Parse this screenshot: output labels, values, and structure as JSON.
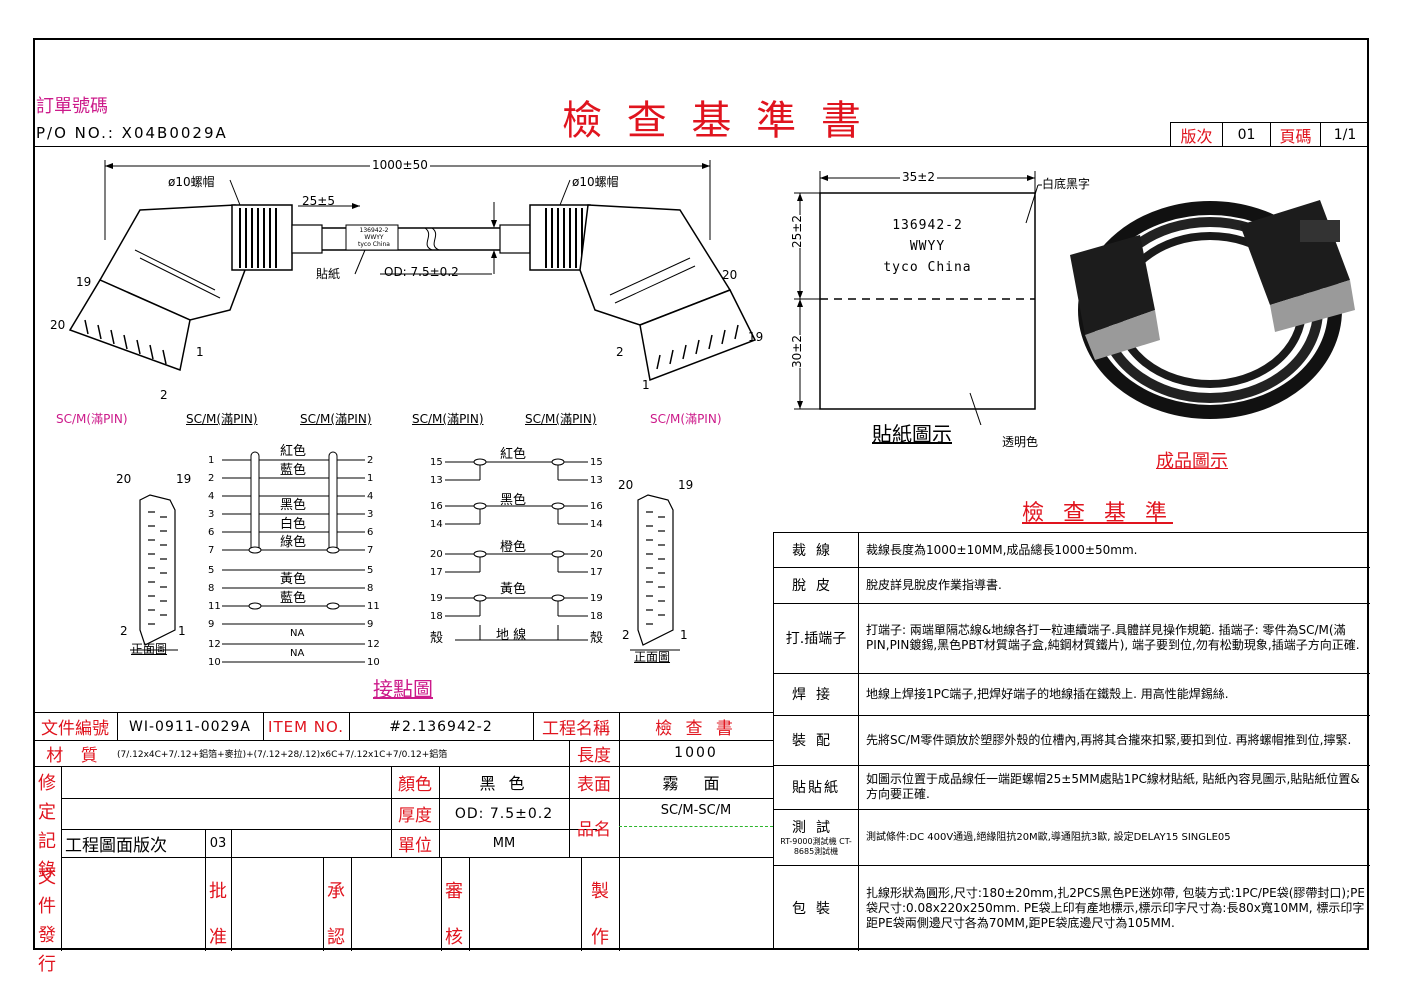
{
  "header": {
    "order_label": "訂單號碼",
    "po_text": "P/O NO.: X04B0029A",
    "doc_title": "檢 查 基 準 書",
    "version_label": "版次",
    "version_value": "01",
    "page_label": "頁碼",
    "page_value": "1/1"
  },
  "cable_drawing": {
    "total_length": "1000±50",
    "nut_label_left": "ø10螺帽",
    "nut_label_right": "ø10螺帽",
    "offset": "25±5",
    "sticker_label": "貼紙",
    "od_label": "OD: 7.5±0.2",
    "tag_line1": "136942-2",
    "tag_line2": "WWYY",
    "tag_line3": "tyco China",
    "pin_left": [
      "19",
      "20",
      "1",
      "2"
    ],
    "pin_right": [
      "20",
      "19",
      "2",
      "1"
    ]
  },
  "connector_labels": [
    "SC/M(滿PIN)",
    "SC/M(滿PIN)",
    "SC/M(滿PIN)",
    "SC/M(滿PIN)",
    "SC/M(滿PIN)",
    "SC/M(滿PIN)"
  ],
  "wiring": {
    "left_pins": [
      "1",
      "2",
      "4",
      "3",
      "6",
      "7",
      "5",
      "8",
      "11",
      "9",
      "12",
      "10"
    ],
    "right_pins": [
      "2",
      "1",
      "4",
      "3",
      "6",
      "7",
      "5",
      "8",
      "11",
      "9",
      "12",
      "10"
    ],
    "left_colors": [
      "紅色",
      "藍色",
      "黑色",
      "白色",
      "綠色",
      "黃色",
      "藍色",
      "NA",
      "NA"
    ],
    "mid_left_pins": [
      "15",
      "13",
      "16",
      "14",
      "20",
      "17",
      "19",
      "18",
      "殼"
    ],
    "mid_right_pins": [
      "15",
      "13",
      "16",
      "14",
      "20",
      "17",
      "19",
      "18",
      "殼"
    ],
    "mid_colors": [
      "紅色",
      "黑色",
      "橙色",
      "黃色",
      "地 線"
    ],
    "face_view_label": "正面圖",
    "face_pins_left": [
      "20",
      "19",
      "2",
      "1"
    ],
    "face_pins_right": [
      "20",
      "19",
      "2",
      "1"
    ],
    "title": "接點圖"
  },
  "label_diagram": {
    "width": "35±2",
    "bg_note": "白底黑字",
    "line1": "136942-2",
    "line2": "WWYY",
    "line3": "tyco China",
    "h_top": "25±2",
    "h_bottom": "30±2",
    "caption": "貼紙圖示",
    "transparent": "透明色",
    "product_caption": "成品圖示"
  },
  "inspection": {
    "title": "檢 查 基 準",
    "rows": [
      {
        "label": "裁線",
        "text": "裁線長度為1000±10MM,成品總長1000±50mm."
      },
      {
        "label": "脫皮",
        "text": "脫皮詳見脫皮作業指導書."
      },
      {
        "label": "打.插端子",
        "text": "打端子: 兩端單隔芯線&地線各打一粒連續端子.具體詳見操作規範. 插端子: 零件為SC/M(滿PIN,PIN鍍錫,黑色PBT材質端子盒,純鋼材質鐵片), 端子要到位,勿有松動現象,插端子方向正確."
      },
      {
        "label": "焊接",
        "text": "地線上焊接1PC端子,把焊好端子的地線插在鐵殼上. 用高性能焊錫絲."
      },
      {
        "label": "裝配",
        "text": "先將SC/M零件頭放於塑膠外殼的位槽內,再將其合攏來扣緊,要扣到位. 再將螺帽推到位,擰緊."
      },
      {
        "label": "貼貼紙",
        "text": "如圖示位置于成品線任一端距螺帽25±5MM處貼1PC線材貼紙, 貼紙內容見圖示,貼貼紙位置&方向要正確."
      },
      {
        "label": "測試",
        "sub": "RT-9000測試機 CT-8685測試機",
        "text": "測試條件:DC 400V通過,絕緣阻抗20M歐,導通阻抗3歐, 設定DELAY15 SINGLE05"
      },
      {
        "label": "包裝",
        "text": "扎線形狀為圓形,尺寸:180±20mm,扎2PCS黑色PE迷妳帶, 包裝方式:1PC/PE袋(膠帶封口);PE袋尺寸:0.08x220x250mm. PE袋上印有產地標示,標示印字尺寸為:長80x寬10MM, 標示印字距PE袋兩側邊尺寸各為70MM,距PE袋底邊尺寸為105MM."
      }
    ]
  },
  "bottom_table": {
    "doc_no_label": "文件編號",
    "doc_no": "WI-0911-0029A",
    "item_no_label": "ITEM NO.",
    "item_no": "#2.136942-2",
    "project_label": "工程名稱",
    "project": "檢 查 書",
    "material_label": "材 質",
    "material": "(7/.12x4C+7/.12+鋁箔+麥拉)+(7/.12+28/.12)x6C+7/.12x1C+7/0.12+鋁箔",
    "length_label": "長度",
    "length": "1000",
    "color_label": "顏色",
    "color": "黑 色",
    "surface_label": "表面",
    "surface": "霧 面",
    "thickness_label": "厚度",
    "thickness": "OD: 7.5±0.2",
    "product_label": "品名",
    "product": "SC/M-SC/M",
    "unit_label": "單位",
    "unit": "MM",
    "revision_label": "修定記錄",
    "drawing_rev_label": "工程圖面版次",
    "drawing_rev": "03",
    "issue_label": "文件發行",
    "approve_label": "批准",
    "confirm_label": "承認",
    "review_label": "審核",
    "make_label": "製作"
  }
}
